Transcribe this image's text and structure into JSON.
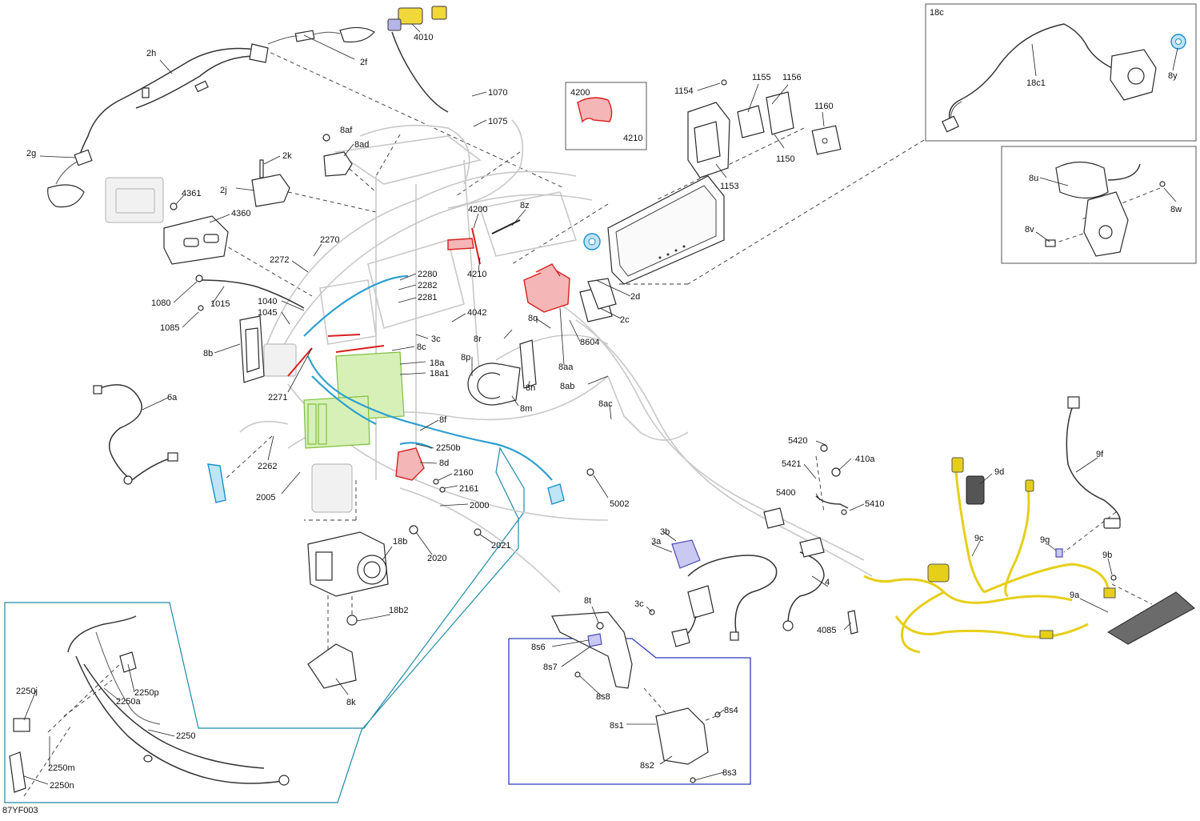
{
  "figure_code": "87YF003",
  "callouts": [
    {
      "label": "2h"
    },
    {
      "label": "2f"
    },
    {
      "label": "4010"
    },
    {
      "label": "2g"
    },
    {
      "label": "2k"
    },
    {
      "label": "2j"
    },
    {
      "label": "8af"
    },
    {
      "label": "8ad"
    },
    {
      "label": "1070"
    },
    {
      "label": "1075"
    },
    {
      "label": "4200"
    },
    {
      "label": "4210"
    },
    {
      "label": "1154"
    },
    {
      "label": "1155"
    },
    {
      "label": "1156"
    },
    {
      "label": "1160"
    },
    {
      "label": "1150"
    },
    {
      "label": "1153"
    },
    {
      "label": "18c"
    },
    {
      "label": "18c1"
    },
    {
      "label": "8y"
    },
    {
      "label": "8u"
    },
    {
      "label": "8w"
    },
    {
      "label": "8v"
    },
    {
      "label": "4361"
    },
    {
      "label": "4360"
    },
    {
      "label": "2270"
    },
    {
      "label": "2272"
    },
    {
      "label": "1080"
    },
    {
      "label": "1015"
    },
    {
      "label": "1085"
    },
    {
      "label": "1040"
    },
    {
      "label": "1045"
    },
    {
      "label": "2280"
    },
    {
      "label": "2282"
    },
    {
      "label": "2281"
    },
    {
      "label": "4200"
    },
    {
      "label": "4210"
    },
    {
      "label": "8z"
    },
    {
      "label": "2d"
    },
    {
      "label": "2c"
    },
    {
      "label": "8604"
    },
    {
      "label": "8aa"
    },
    {
      "label": "4042"
    },
    {
      "label": "3c"
    },
    {
      "label": "8c"
    },
    {
      "label": "8r"
    },
    {
      "label": "8q"
    },
    {
      "label": "8b"
    },
    {
      "label": "18a"
    },
    {
      "label": "18a1"
    },
    {
      "label": "2271"
    },
    {
      "label": "8p"
    },
    {
      "label": "8n"
    },
    {
      "label": "8ab"
    },
    {
      "label": "8m"
    },
    {
      "label": "6a"
    },
    {
      "label": "8ac"
    },
    {
      "label": "8f"
    },
    {
      "label": "2250b"
    },
    {
      "label": "8d"
    },
    {
      "label": "2262"
    },
    {
      "label": "2005"
    },
    {
      "label": "2160"
    },
    {
      "label": "2161"
    },
    {
      "label": "2000"
    },
    {
      "label": "5002"
    },
    {
      "label": "5420"
    },
    {
      "label": "410a"
    },
    {
      "label": "5421"
    },
    {
      "label": "5400"
    },
    {
      "label": "5410"
    },
    {
      "label": "9d"
    },
    {
      "label": "9f"
    },
    {
      "label": "9c"
    },
    {
      "label": "9g"
    },
    {
      "label": "9b"
    },
    {
      "label": "9a"
    },
    {
      "label": "3b"
    },
    {
      "label": "3a"
    },
    {
      "label": "18b"
    },
    {
      "label": "2020"
    },
    {
      "label": "2021"
    },
    {
      "label": "18b2"
    },
    {
      "label": "8t"
    },
    {
      "label": "3c"
    },
    {
      "label": "4"
    },
    {
      "label": "4085"
    },
    {
      "label": "8s6"
    },
    {
      "label": "8s7"
    },
    {
      "label": "8s8"
    },
    {
      "label": "8s4"
    },
    {
      "label": "8s1"
    },
    {
      "label": "8s2"
    },
    {
      "label": "8s3"
    },
    {
      "label": "8k"
    },
    {
      "label": "2250j"
    },
    {
      "label": "2250p"
    },
    {
      "label": "2250a"
    },
    {
      "label": "2250"
    },
    {
      "label": "2250m"
    },
    {
      "label": "2250n"
    }
  ],
  "colors": {
    "red_highlight": "#d71f1f",
    "blue_highlight": "#2e9fd0",
    "yellow_harness": "#e6cf19",
    "green_highlight": "#7fbf3f",
    "teal_frame": "#1f8aa8",
    "blue_frame": "#2b3bb7"
  }
}
